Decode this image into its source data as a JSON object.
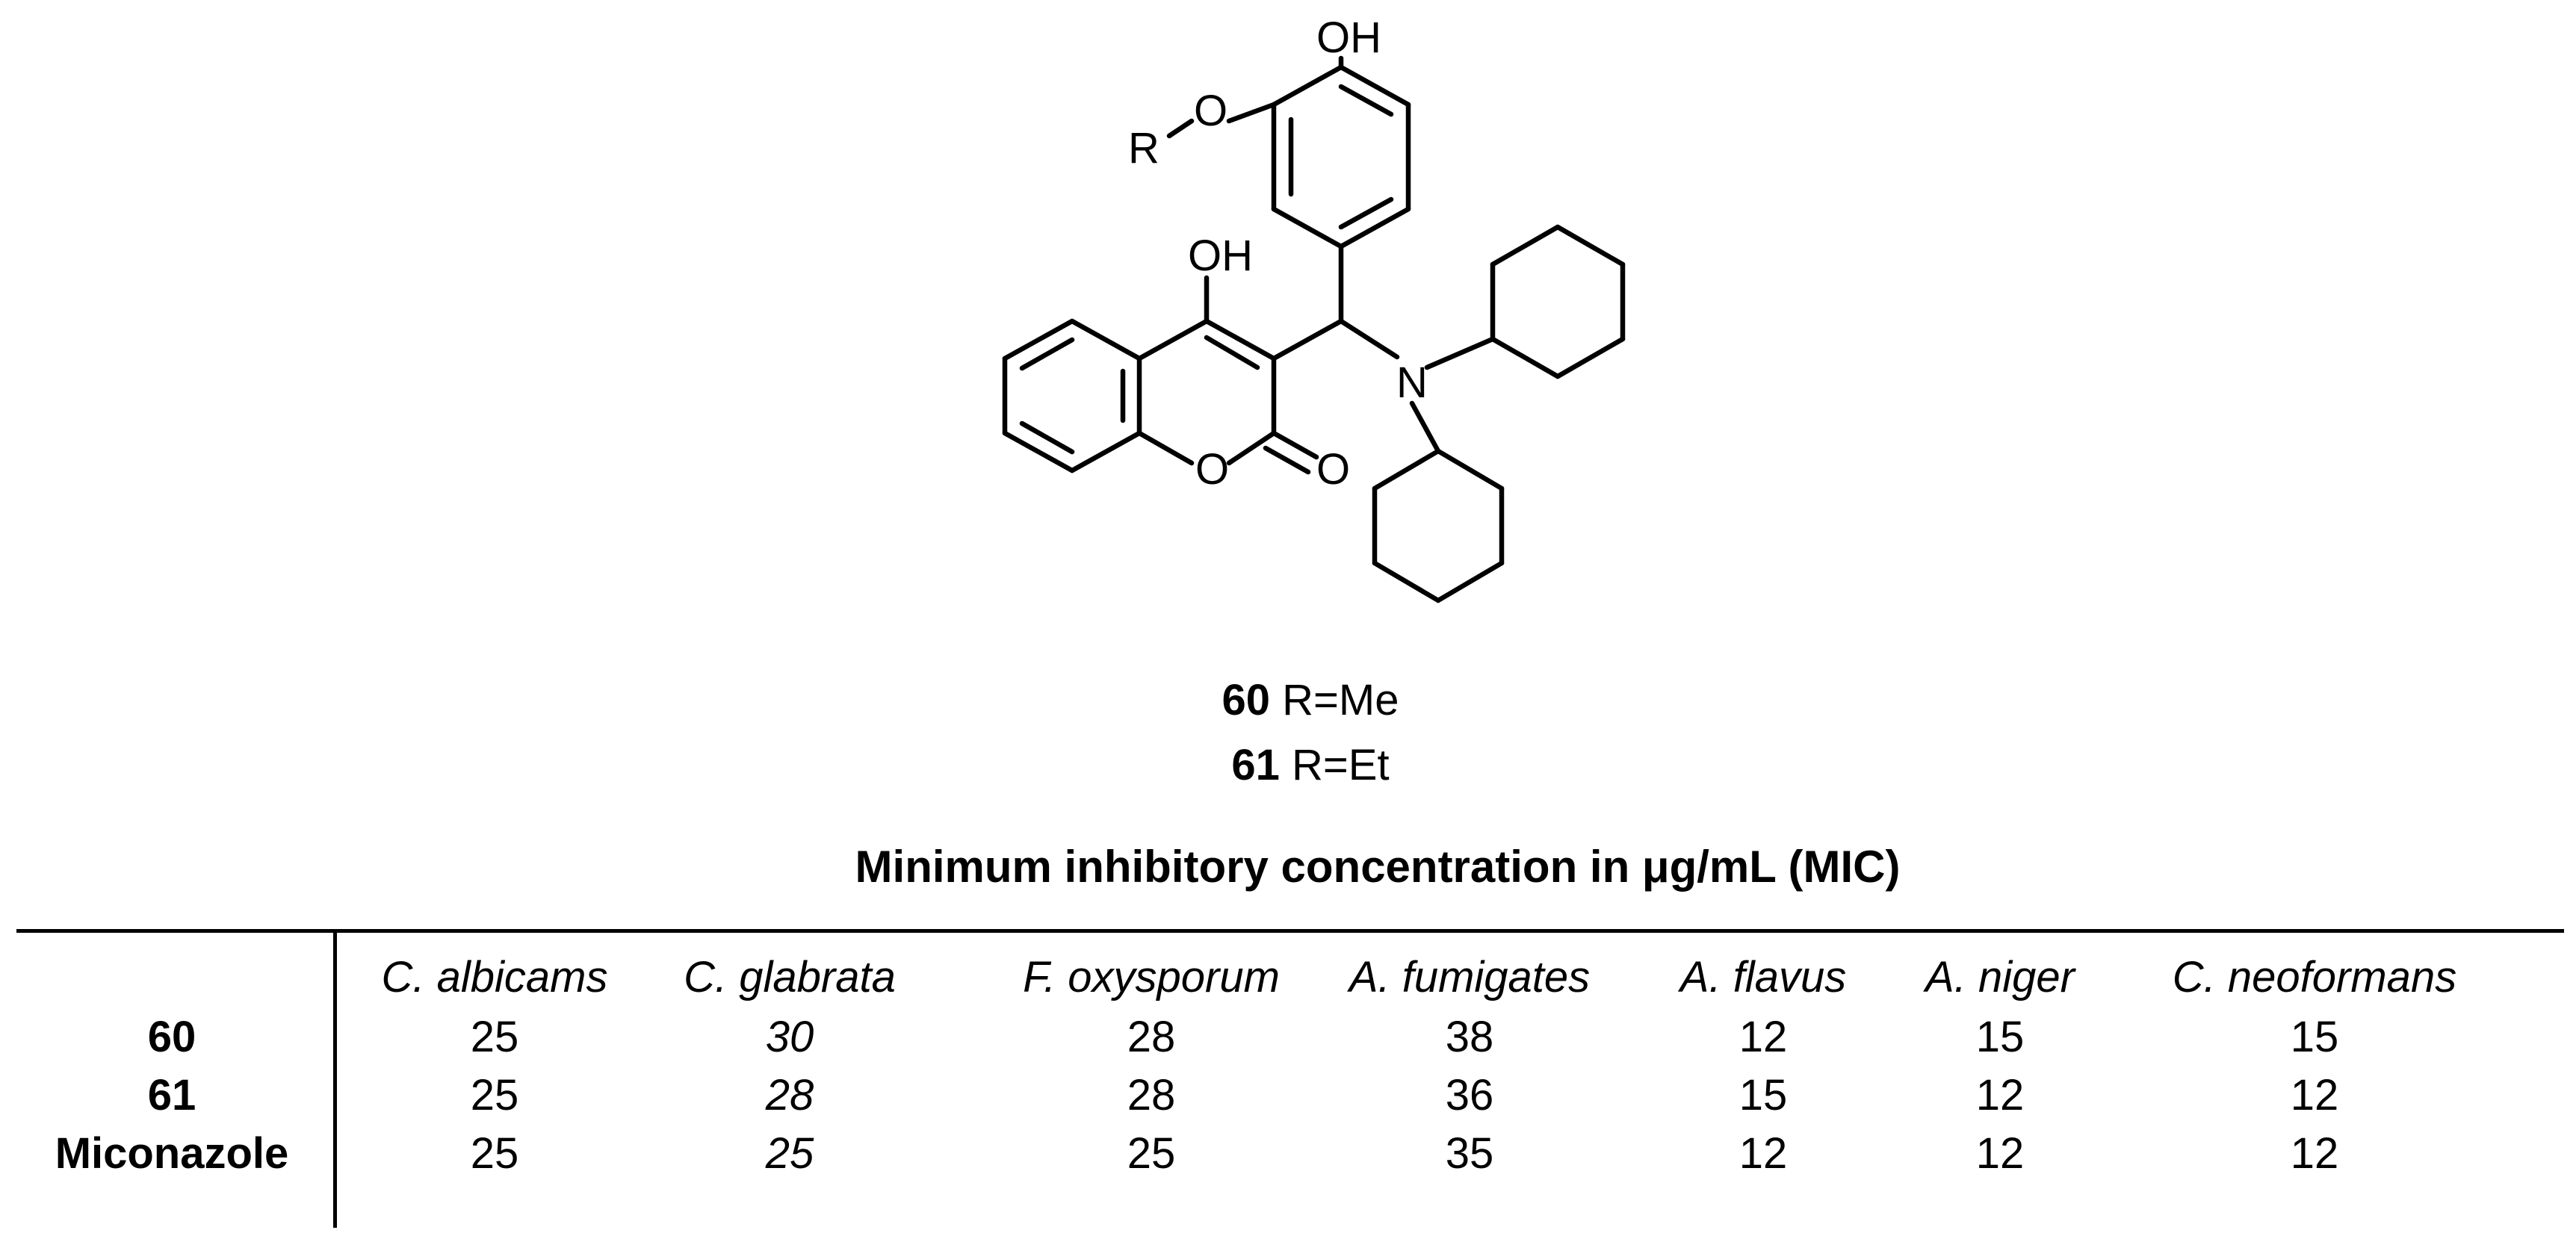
{
  "structure": {
    "atom_labels": {
      "phenol_oh": "OH",
      "ether_o": "O",
      "r_group": "R",
      "enol_oh": "OH",
      "ring_o": "O",
      "carbonyl_o": "O",
      "amine_n": "N"
    }
  },
  "compounds": [
    {
      "id": "60",
      "substituent": "R=Me"
    },
    {
      "id": "61",
      "substituent": "R=Et"
    }
  ],
  "table": {
    "title": "Minimum inhibitory concentration in μg/mL (MIC)",
    "columns": [
      "C. albicams",
      "C. glabrata",
      "F. oxysporum",
      "A. fumigates",
      "A. flavus",
      "A. niger",
      "C. neoformans"
    ],
    "rows": [
      {
        "label": "60",
        "values": [
          "25",
          "30",
          "28",
          "38",
          "12",
          "15",
          "15"
        ]
      },
      {
        "label": "61",
        "values": [
          "25",
          "28",
          "28",
          "36",
          "15",
          "12",
          "12"
        ]
      },
      {
        "label": "Miconazole",
        "values": [
          "25",
          "25",
          "25",
          "35",
          "12",
          "12",
          "12"
        ]
      }
    ]
  }
}
